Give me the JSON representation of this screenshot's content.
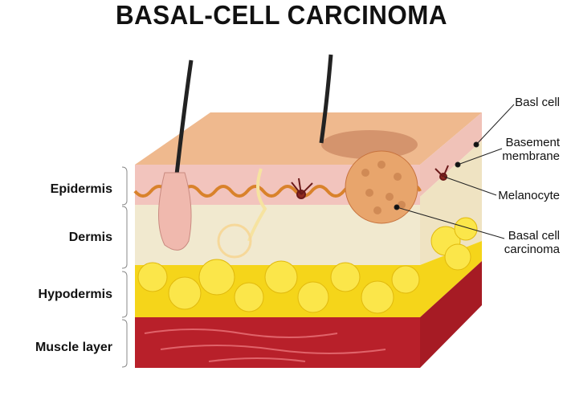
{
  "title": "BASAL-CELL CARCINOMA",
  "layers": [
    {
      "label": "Epidermis",
      "color": "#f2c4bd"
    },
    {
      "label": "Dermis",
      "color": "#f1e9cf"
    },
    {
      "label": "Hypodermis",
      "color": "#f5d51a"
    },
    {
      "label": "Muscle layer",
      "color": "#b8202a"
    }
  ],
  "callouts": [
    {
      "line1": "Basl cell",
      "line2": ""
    },
    {
      "line1": "Basement",
      "line2": "membrane"
    },
    {
      "line1": "Melanocyte",
      "line2": ""
    },
    {
      "line1": "Basal cell",
      "line2": "carcinoma"
    }
  ]
}
